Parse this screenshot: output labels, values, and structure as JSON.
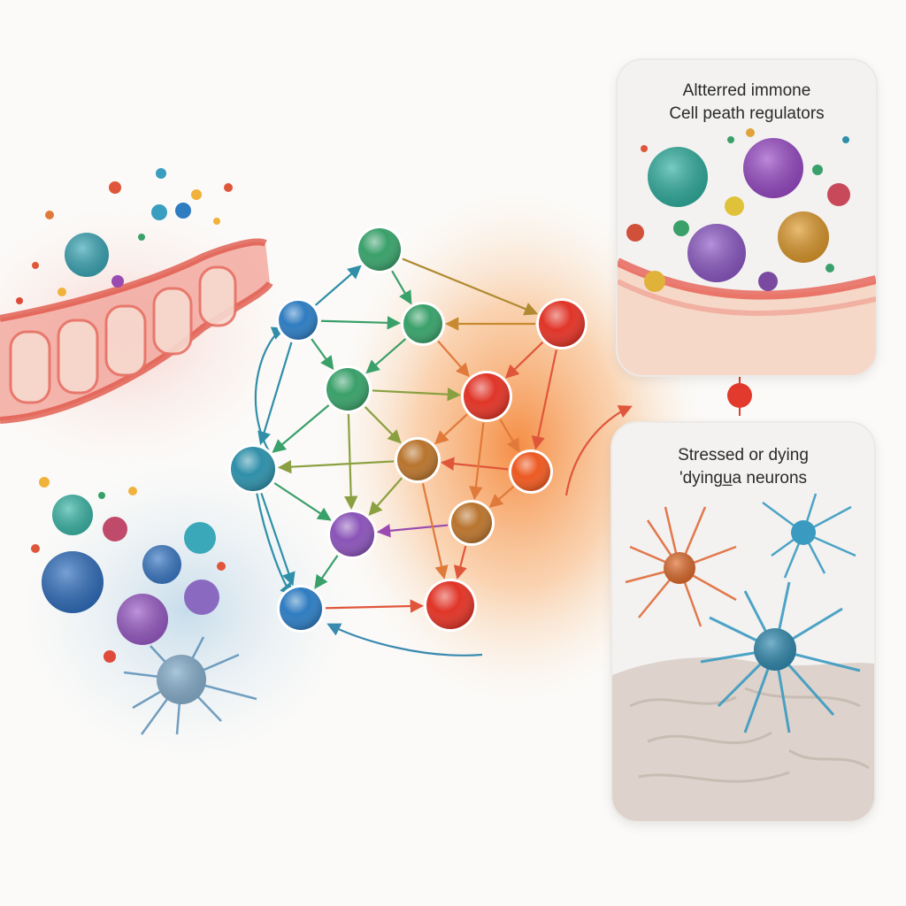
{
  "panels": {
    "top": {
      "line1": "Altterred immone",
      "line2": "Cell peath regulators"
    },
    "bottom": {
      "line1": "Stressed or dying",
      "line2": "'dyingu̲a neurons"
    }
  },
  "colors": {
    "teal": "#2f8fa8",
    "blue": "#2f7cc0",
    "green": "#3aa06a",
    "brown": "#b8742e",
    "red": "#e03528",
    "orange": "#ec5a22",
    "purple": "#8a54b8",
    "warm_glow": "#f6832c",
    "cool_glow": "#9cc4e0"
  },
  "network": {
    "nodes": [
      {
        "id": "n1",
        "color": "green"
      },
      {
        "id": "n2",
        "color": "blue"
      },
      {
        "id": "n3",
        "color": "green"
      },
      {
        "id": "n4",
        "color": "red"
      },
      {
        "id": "n5",
        "color": "green"
      },
      {
        "id": "n6",
        "color": "red"
      },
      {
        "id": "n7",
        "color": "teal"
      },
      {
        "id": "n8",
        "color": "brown"
      },
      {
        "id": "n9",
        "color": "orange"
      },
      {
        "id": "n10",
        "color": "purple"
      },
      {
        "id": "n11",
        "color": "brown"
      },
      {
        "id": "n12",
        "color": "blue"
      },
      {
        "id": "n13",
        "color": "red"
      }
    ]
  }
}
